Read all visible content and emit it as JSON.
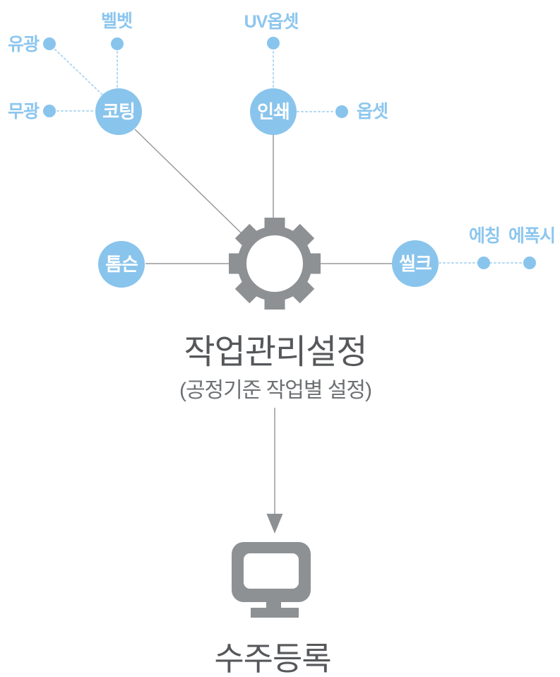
{
  "colors": {
    "bg_white": "#ffffff",
    "node_blue": "#89c4ec",
    "label_blue": "#8cc6ee",
    "dotted_blue": "#b0d8f3",
    "line_gray": "#97999c",
    "icon_gray": "#8e9194",
    "title_gray": "#55575a",
    "subtitle_gray": "#6e7174"
  },
  "icons": {
    "center": "gear-icon",
    "bottom": "monitor-icon"
  },
  "nodes": {
    "coating": "코팅",
    "printing": "인쇄",
    "thomson": "톰슨",
    "silk": "씰크"
  },
  "sub_items": {
    "glossy": "유광",
    "velvet": "벨벳",
    "matte": "무광",
    "uv_offset": "UV옵셋",
    "offset": "옵셋",
    "etching": "에칭",
    "epoxy": "에폭시"
  },
  "center": {
    "title": "작업관리설정",
    "subtitle": "(공정기준 작업별 설정)"
  },
  "bottom": {
    "label": "수주등록"
  }
}
